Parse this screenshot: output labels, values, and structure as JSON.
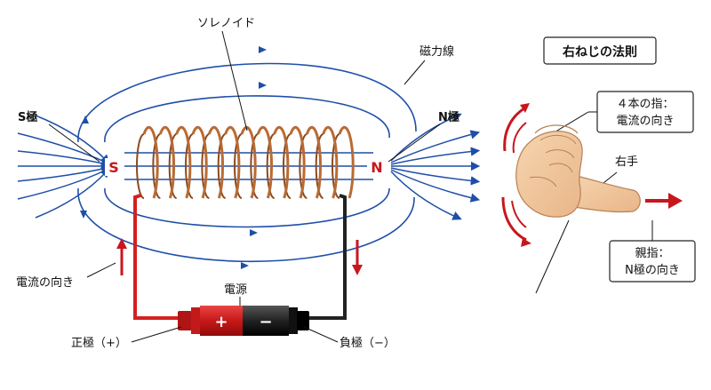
{
  "labels": {
    "solenoid": "ソレノイド",
    "field_lines": "磁力線",
    "s_pole_label": "S極",
    "n_pole_label": "N極",
    "s_marker": "S",
    "n_marker": "N",
    "current_direction": "電流の向き",
    "power_source": "電源",
    "positive_terminal": "正極（+）",
    "negative_terminal": "負極（−）",
    "battery_plus": "+",
    "battery_minus": "−"
  },
  "rule": {
    "title": "右ねじの法則",
    "fingers_line1": "４本の指：",
    "fingers_line2": "電流の向き",
    "hand_label": "右手",
    "thumb_line1": "親指：",
    "thumb_line2": "N極の向き"
  },
  "colors": {
    "field": "#1e4fa8",
    "coil": "#b86b35",
    "red_wire": "#d42020",
    "black_wire": "#222222",
    "arrow_red": "#c8161e",
    "skin": "#f2c9a0"
  },
  "coil": {
    "turns": 13
  }
}
